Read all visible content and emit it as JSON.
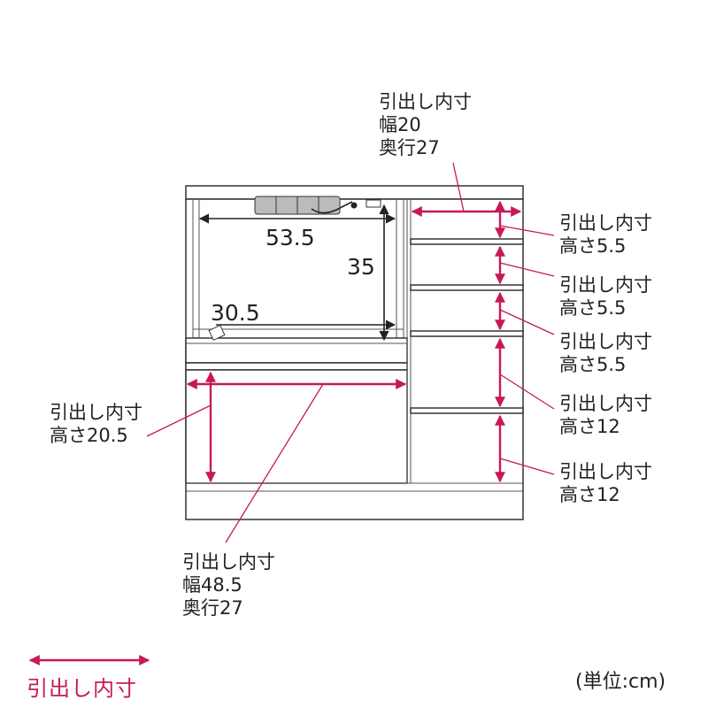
{
  "colors": {
    "accent": "#c8185a",
    "line": "#333333"
  },
  "outer_dimensions": {
    "width": "53.5",
    "height": "35",
    "depth": "30.5"
  },
  "callouts": {
    "top_drawer": {
      "title": "引出し内寸",
      "line2": "幅20",
      "line3": "奥行27"
    },
    "right_1": {
      "title": "引出し内寸",
      "line2": "高さ5.5"
    },
    "right_2": {
      "title": "引出し内寸",
      "line2": "高さ5.5"
    },
    "right_3": {
      "title": "引出し内寸",
      "line2": "高さ5.5"
    },
    "right_4": {
      "title": "引出し内寸",
      "line2": "高さ12"
    },
    "right_5": {
      "title": "引出し内寸",
      "line2": "高さ12"
    },
    "left_drawer": {
      "title": "引出し内寸",
      "line2": "高さ20.5"
    },
    "bottom_drawer": {
      "title": "引出し内寸",
      "line2": "幅48.5",
      "line3": "奥行27"
    }
  },
  "legend": {
    "label": "引出し内寸"
  },
  "unit": {
    "label": "(単位:cm)"
  }
}
